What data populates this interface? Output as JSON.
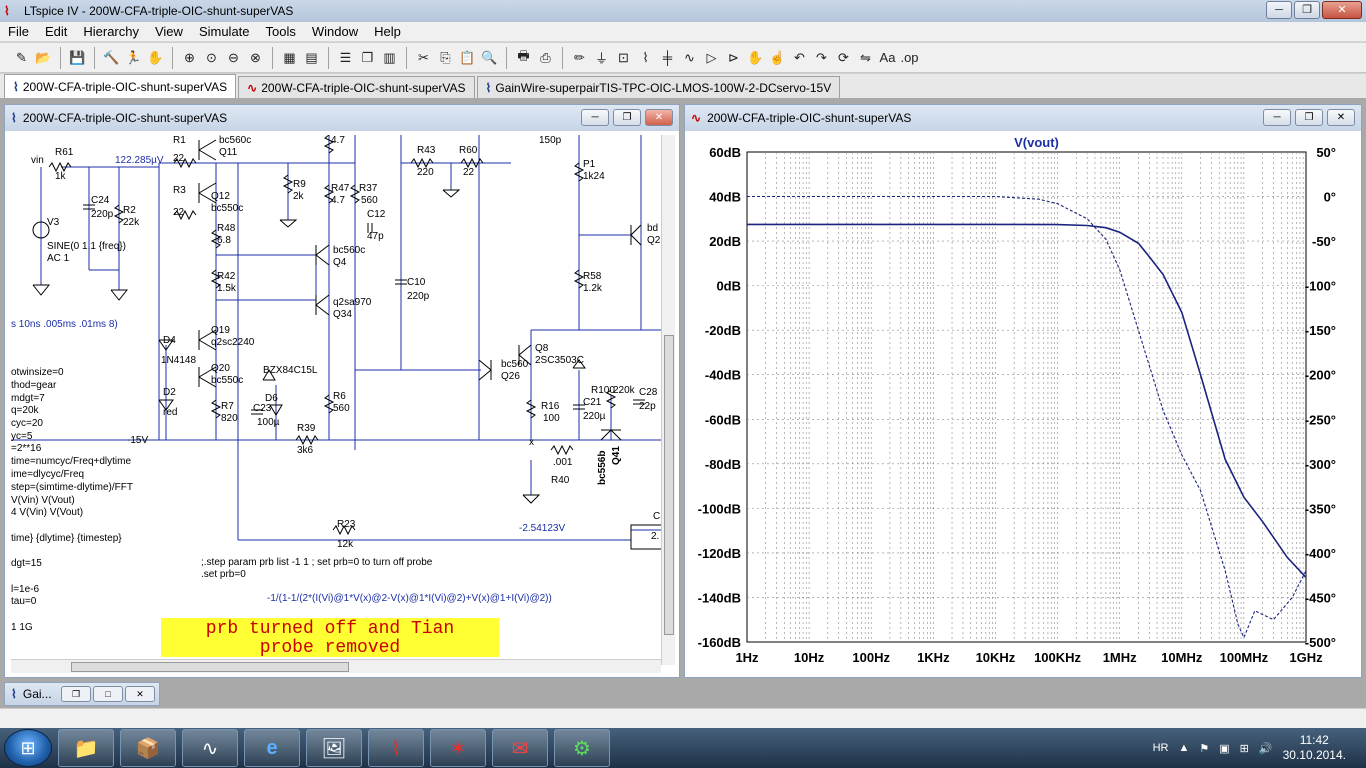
{
  "app": {
    "title": "LTspice IV - 200W-CFA-triple-OIC-shunt-superVAS",
    "logo_icon": "ltspice-logo-icon"
  },
  "window_controls": {
    "minimize": "─",
    "maximize": "❐",
    "close": "✕"
  },
  "menu": [
    "File",
    "Edit",
    "Hierarchy",
    "View",
    "Simulate",
    "Tools",
    "Window",
    "Help"
  ],
  "tabs": [
    {
      "label": "200W-CFA-triple-OIC-shunt-superVAS",
      "icon": "schematic-icon",
      "active": true
    },
    {
      "label": "200W-CFA-triple-OIC-shunt-superVAS",
      "icon": "waveform-icon",
      "active": false
    },
    {
      "label": "GainWire-superpairTIS-TPC-OIC-LMOS-100W-2-DCservo-15V",
      "icon": "schematic-icon",
      "active": false
    }
  ],
  "schematic_window": {
    "title": "200W-CFA-triple-OIC-shunt-superVAS",
    "labels": {
      "vin": "vin",
      "r61": "R61",
      "r61v": "1k",
      "v3": "V3",
      "v3src": "SINE(0 1.1 {freq})",
      "v3ac": "AC 1",
      "c24": "C24",
      "c24v": "220p",
      "r2": "R2",
      "r2v": "22k",
      "node1": "122.285µV",
      "r1": "R1",
      "r1v": "22",
      "r3": "R3",
      "r3v": "22",
      "q11": "bc560c",
      "q11n": "Q11",
      "q12": "Q12",
      "q12v": "bc550c",
      "r48": "R48",
      "r48v": "6.8",
      "r42": "R42",
      "r42v": "1.5k",
      "r9": "R9",
      "r9v": "2k",
      "r47": "R47",
      "r47v": "4.7",
      "r37": "R37",
      "r37v": "560",
      "r4_7": "4.7",
      "c12": "C12",
      "c12v": "47p",
      "q4": "bc560c",
      "q4n": "Q4",
      "q34": "q2sa970",
      "q34n": "Q34",
      "r43": "R43",
      "r43v": "220",
      "r60": "R60",
      "r60v": "22",
      "c10": "C10",
      "c10v": "220p",
      "c150": "150p",
      "p1": "P1",
      "p1v": "1k24",
      "r58": "R58",
      "r58v": "1.2k",
      "bd": "bd",
      "q2": "Q2",
      "tran": "s 10ns .005ms .01ms 8)",
      "d4": "D4",
      "d4v": "1N4148",
      "q19": "Q19",
      "q19v": "q2sc2240",
      "q20": "Q20",
      "q20v": "bc550c",
      "bzx": "BZX84C15L",
      "d2": "D2",
      "d2v": "red",
      "r7": "R7",
      "r7v": "820",
      "d6": "D6",
      "c23": "C23",
      "c23v": "100µ",
      "r6": "R6",
      "r6v": "560",
      "r39": "R39",
      "r39v": "3k6",
      "q8": "Q8",
      "q8v": "2SC3503C",
      "q26": "Q26",
      "q26v": "bc560",
      "r100": "R100",
      "r100v": "220k",
      "c28": "C28",
      "c28v": "22p",
      "c21": "C21",
      "c21v": "220µ",
      "r16": "R16",
      "r16v": "100",
      "r40": "R40",
      "r40v": ".001",
      "q41": "Q41",
      "q41v": "bc556b",
      "minus15": "-15V",
      "x": "x",
      "r23": "R23",
      "r23v": "12k",
      "node2": "-2.54123V",
      "c_lbl": "C",
      "two": "2.",
      "opt1": "otwinsize=0",
      "opt2": "thod=gear",
      "opt3": "mdgt=7",
      "opt4": "q=20k",
      "opt5": "cyc=20",
      "opt6": "yc=5",
      "opt7": "=2**16",
      "opt8": "time=numcyc/Freq+dlytime",
      "opt9": "ime=dlycyc/Freq",
      "opt10": "step=(simtime-dlytime)/FFT",
      "opt11": "V(Vin) V(Vout)",
      "opt12": "4 V(Vin) V(Vout)",
      "opt13": "time} {dlytime} {timestep}",
      "opt14": "dgt=15",
      "opt15": "l=1e-6",
      "opt16": "tau=0",
      "opt17": "1 1G",
      "step1": ";.step param prb list -1 1 ; set prb=0 to turn off probe",
      "step2": ".set prb=0",
      "formula": "-1/(1-1/(2*(I(Vi)@1*V(x)@2-V(x)@1*I(Vi)@2)+V(x)@1+I(Vi)@2))",
      "note_line1": "prb turned off and Tian",
      "note_line2": "probe removed"
    }
  },
  "waveform_window": {
    "title": "200W-CFA-triple-OIC-shunt-superVAS"
  },
  "chart_data": {
    "type": "line",
    "title": "V(vout)",
    "xscale": "log",
    "xlim": [
      1,
      1000000000
    ],
    "x_ticks": [
      "1Hz",
      "10Hz",
      "100Hz",
      "1KHz",
      "10KHz",
      "100KHz",
      "1MHz",
      "10MHz",
      "100MHz",
      "1GHz"
    ],
    "ylim_left": [
      -160,
      60
    ],
    "y_ticks_left": [
      "60dB",
      "40dB",
      "20dB",
      "0dB",
      "-20dB",
      "-40dB",
      "-60dB",
      "-80dB",
      "-100dB",
      "-120dB",
      "-140dB",
      "-160dB"
    ],
    "ylim_right": [
      -500,
      50
    ],
    "y_ticks_right": [
      "50°",
      "0°",
      "-50°",
      "-100°",
      "-150°",
      "-200°",
      "-250°",
      "-300°",
      "-350°",
      "-400°",
      "-450°",
      "-500°"
    ],
    "grid": true,
    "series": [
      {
        "axis": "left",
        "style": "solid",
        "x": [
          1,
          10,
          100,
          1000,
          10000,
          100000,
          300000,
          600000,
          1000000,
          2000000,
          3000000,
          5000000,
          10000000,
          20000000,
          50000000,
          100000000,
          200000000,
          500000000,
          1000000000
        ],
        "y": [
          27.5,
          27.5,
          27.5,
          27.5,
          27.5,
          27.4,
          27.0,
          26.0,
          24.0,
          19.0,
          13.0,
          5.0,
          -12.0,
          -40.0,
          -78.0,
          -95.0,
          -106.0,
          -122.0,
          -131.0
        ]
      },
      {
        "axis": "right",
        "style": "dashed",
        "x": [
          1,
          10,
          100,
          1000,
          10000,
          50000,
          100000,
          300000,
          600000,
          1000000,
          2000000,
          5000000,
          10000000,
          20000000,
          50000000,
          80000000,
          100000000,
          150000000,
          300000000,
          600000000,
          1000000000
        ],
        "y": [
          0,
          0,
          0,
          0,
          0,
          -3,
          -8,
          -25,
          -48,
          -82,
          -150,
          -240,
          -290,
          -330,
          -420,
          -480,
          -495,
          -465,
          -475,
          -450,
          -420
        ]
      }
    ]
  },
  "minimized_window": {
    "label": "Gai..."
  },
  "taskbar": {
    "start_icon": "windows-start-icon",
    "apps": [
      {
        "icon": "explorer-icon",
        "glyph": "📁"
      },
      {
        "icon": "installer-icon",
        "glyph": "📦"
      },
      {
        "icon": "oscilloscope-icon",
        "glyph": "∿"
      },
      {
        "icon": "internet-explorer-icon",
        "glyph": "e"
      },
      {
        "icon": "image-viewer-icon",
        "glyph": "🖼"
      },
      {
        "icon": "ltspice-icon",
        "glyph": "⌇"
      },
      {
        "icon": "paint-splat-icon",
        "glyph": "✶"
      },
      {
        "icon": "pdf-icon",
        "glyph": "✉"
      },
      {
        "icon": "gear-app-icon",
        "glyph": "⚙"
      }
    ],
    "language": "HR",
    "time": "11:42",
    "date": "30.10.2014."
  }
}
